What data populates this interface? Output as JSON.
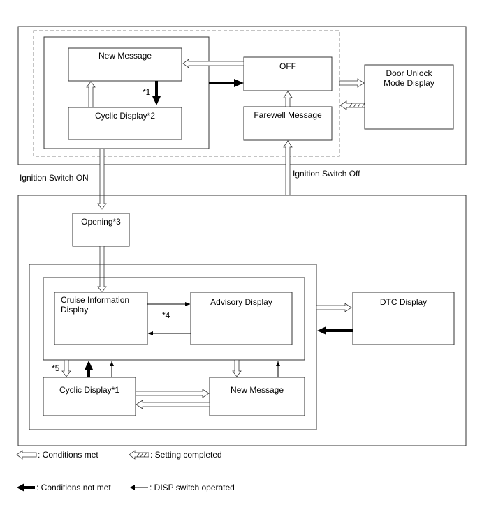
{
  "upper": {
    "new_message": "New Message",
    "cyclic_display": "Cyclic Display*2",
    "off": "OFF",
    "farewell_message": "Farewell Message",
    "door_unlock_line1": "Door Unlock",
    "door_unlock_line2": "Mode Display",
    "note_1": "*1"
  },
  "transitions": {
    "ignition_on": "Ignition Switch ON",
    "ignition_off": "Ignition Switch Off"
  },
  "lower": {
    "opening": "Opening*3",
    "cruise_line1": "Cruise Information",
    "cruise_line2": "Display",
    "advisory": "Advisory Display",
    "note_4": "*4",
    "dtc": "DTC Display",
    "note_5": "*5",
    "cyclic_display": "Cyclic Display*1",
    "new_message": "New Message"
  },
  "legend": {
    "conditions_met": ": Conditions met",
    "setting_completed": ": Setting completed",
    "conditions_not_met": ": Conditions not met",
    "disp_switch": ": DISP switch operated"
  }
}
